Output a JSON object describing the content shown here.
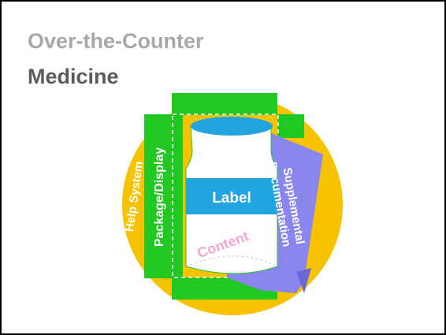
{
  "title": {
    "line1": "Over-the-Counter",
    "line2": "Medicine"
  },
  "diagram": {
    "outer_ring_label": "Help System",
    "package_label": "Package/Display",
    "label_text": "Label",
    "content_text": "Content",
    "doc_line1": "Supplemental",
    "doc_line2": "Documentation"
  },
  "colors": {
    "circle": "#f7c300",
    "package": "#22c822",
    "bottle": "#ffffff",
    "bottle_cap": "#21a5e0",
    "label": "#21a5e0",
    "documentation": "#8a86f0",
    "content_text": "#f4a6d0",
    "title_line1": "#a8a8a8",
    "title_line2": "#5a5a5a"
  }
}
